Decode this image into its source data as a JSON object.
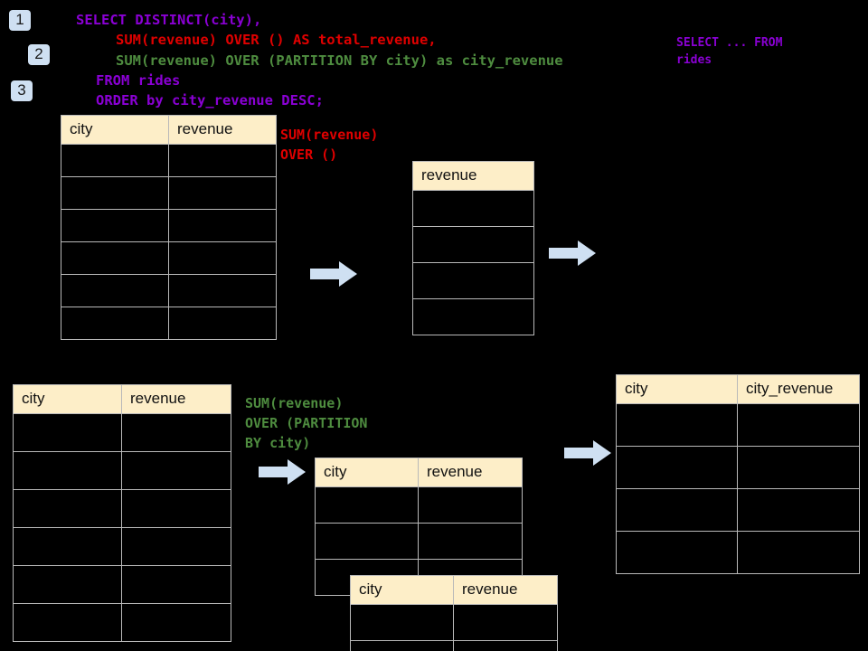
{
  "theme": {
    "background": "#000000",
    "header_fill": "#fdeec8",
    "grid_line": "#b9b9b9",
    "badge_fill": "#cfe0f2",
    "arrow_fill": "#cfe0f2",
    "violet": "#8a00d4",
    "red": "#e00000",
    "green": "#4e8c3f"
  },
  "badges": [
    {
      "label": "1"
    },
    {
      "label": "2"
    },
    {
      "label": "3"
    }
  ],
  "query": {
    "lines": [
      {
        "text": "SELECT DISTINCT(city),",
        "color": "violet"
      },
      {
        "text": "SUM(revenue) OVER () AS total_revenue,",
        "color": "red"
      },
      {
        "text": "SUM(revenue) OVER (PARTITION BY city) as city_revenue",
        "color": "green"
      },
      {
        "text": "FROM rides",
        "color": "violet"
      },
      {
        "text": "ORDER by city_revenue DESC;",
        "color": "violet"
      }
    ]
  },
  "annotations": {
    "select_from": "SELECT ... FROM\nrides",
    "sum_over_empty": "SUM(revenue)\nOVER ()",
    "sum_over_partition": "SUM(revenue)\nOVER (PARTITION\nBY city)"
  },
  "tables": {
    "source_top": {
      "name": "rides-source-top",
      "columns": [
        "city",
        "revenue"
      ],
      "rows": [
        [
          "",
          ""
        ],
        [
          "",
          ""
        ],
        [
          "",
          ""
        ],
        [
          "",
          ""
        ],
        [
          "",
          ""
        ],
        [
          "",
          ""
        ]
      ]
    },
    "total_revenue": {
      "name": "total-revenue-result",
      "columns": [
        "revenue"
      ],
      "rows": [
        [
          ""
        ],
        [
          ""
        ],
        [
          ""
        ],
        [
          ""
        ]
      ]
    },
    "source_bottom": {
      "name": "rides-source-bottom",
      "columns": [
        "city",
        "revenue"
      ],
      "rows": [
        [
          "",
          ""
        ],
        [
          "",
          ""
        ],
        [
          "",
          ""
        ],
        [
          "",
          ""
        ],
        [
          "",
          ""
        ],
        [
          "",
          ""
        ]
      ]
    },
    "partition_back": {
      "name": "partition-group-back",
      "columns": [
        "city",
        "revenue"
      ],
      "rows": [
        [
          "",
          ""
        ],
        [
          "",
          ""
        ],
        [
          "",
          ""
        ]
      ]
    },
    "partition_front": {
      "name": "partition-group-front",
      "columns": [
        "city",
        "revenue"
      ],
      "rows": [
        [
          "",
          ""
        ],
        [
          "",
          ""
        ]
      ]
    },
    "final_result": {
      "name": "final-result",
      "columns": [
        "city",
        "city_revenue"
      ],
      "rows": [
        [
          "",
          ""
        ],
        [
          "",
          ""
        ],
        [
          "",
          ""
        ],
        [
          "",
          ""
        ]
      ]
    }
  },
  "arrows": [
    {
      "name": "arrow-source-to-total"
    },
    {
      "name": "arrow-total-to-final"
    },
    {
      "name": "arrow-source-to-partition"
    },
    {
      "name": "arrow-partition-to-final"
    }
  ]
}
